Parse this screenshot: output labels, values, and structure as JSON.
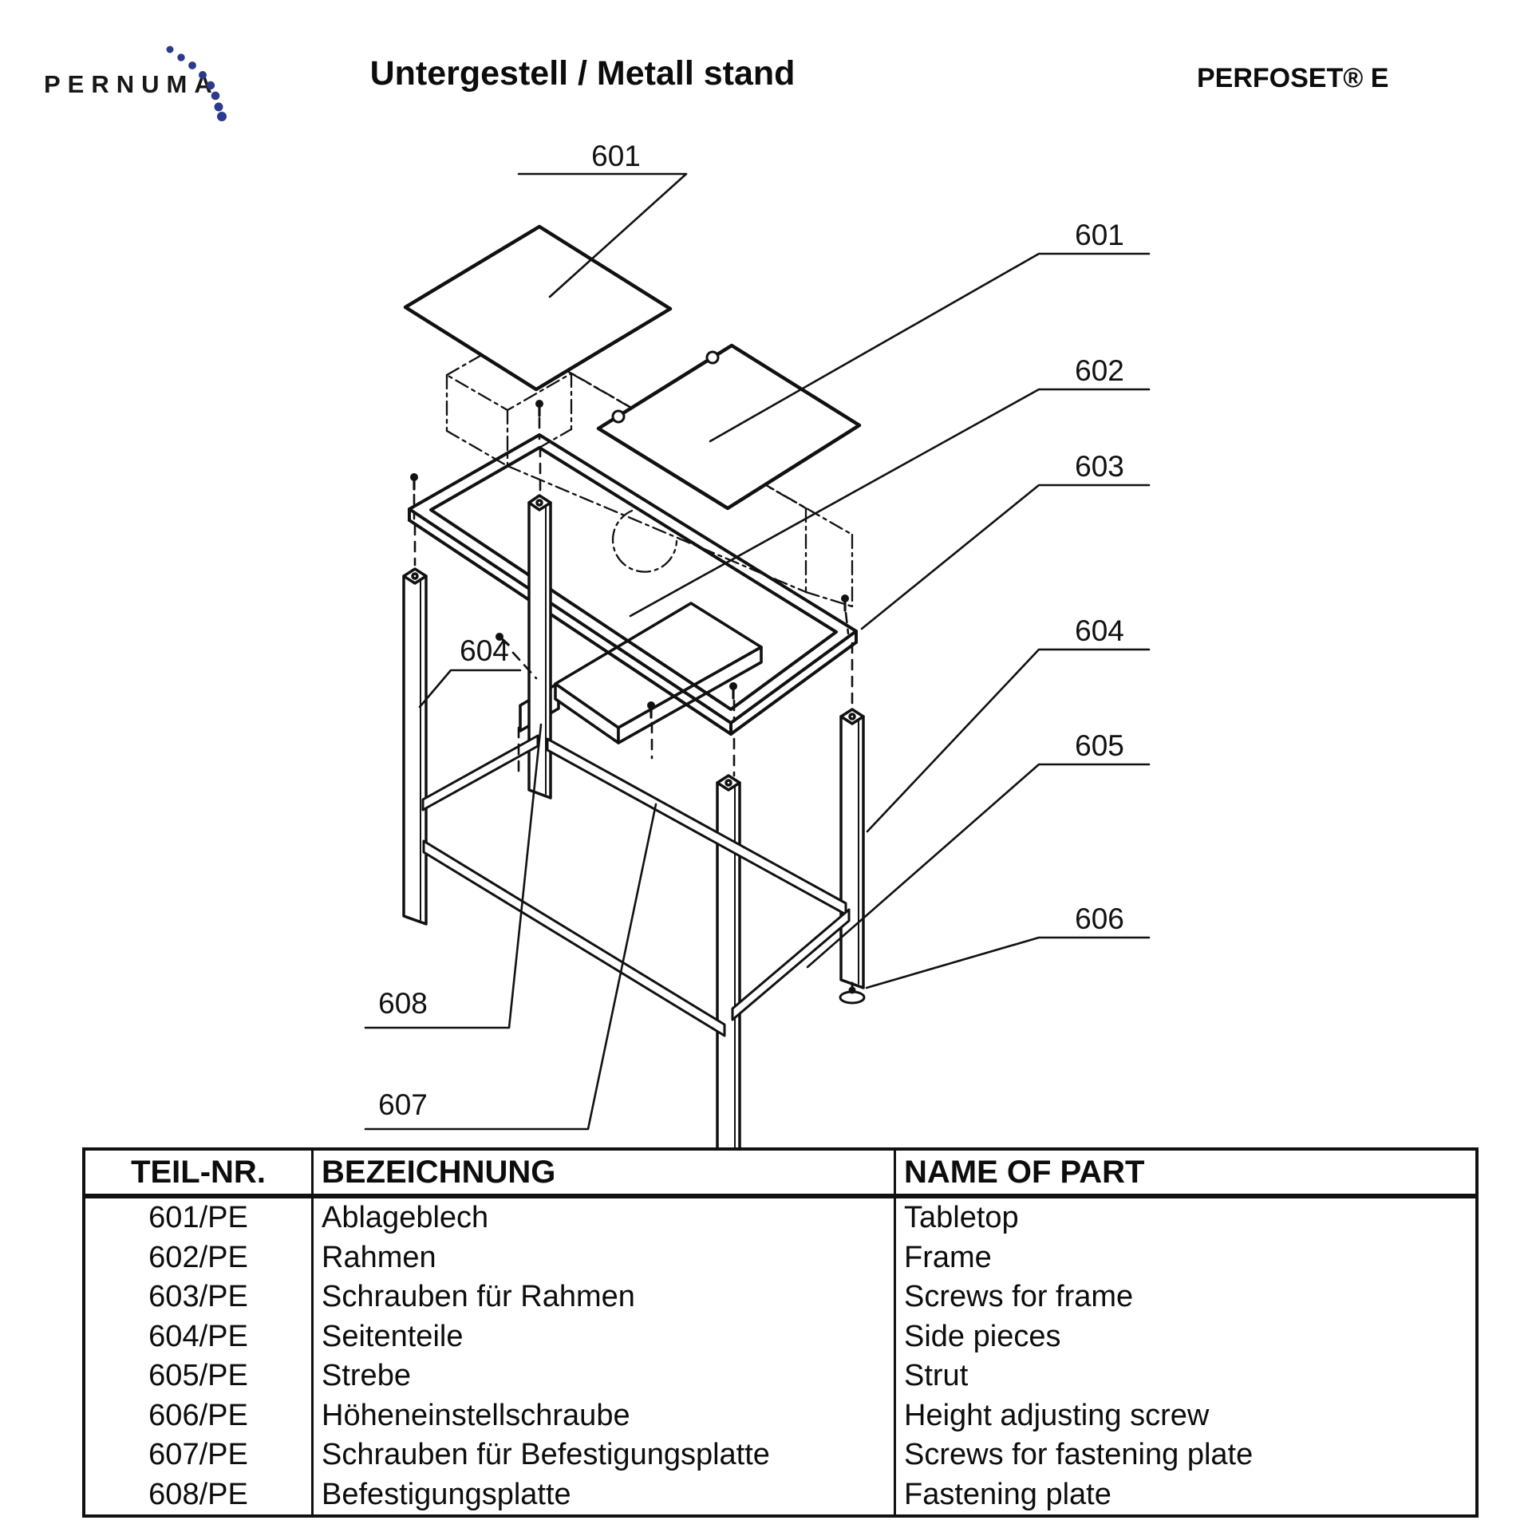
{
  "header": {
    "logo_text": "PERNUMA",
    "title": "Untergestell / Metall stand",
    "product_name": "PERFOSET® E",
    "accent_color": "#2c3a8c"
  },
  "diagram": {
    "callouts": {
      "c601_top": "601",
      "c601_right": "601",
      "c602": "602",
      "c603": "603",
      "c604_right": "604",
      "c605": "605",
      "c606": "606",
      "c604_left": "604",
      "c608": "608",
      "c607": "607"
    }
  },
  "table": {
    "headers": [
      "TEIL-NR.",
      "BEZEICHNUNG",
      "NAME OF PART"
    ],
    "rows": [
      [
        "601/PE",
        "Ablageblech",
        "Tabletop"
      ],
      [
        "602/PE",
        "Rahmen",
        "Frame"
      ],
      [
        "603/PE",
        "Schrauben für Rahmen",
        "Screws for frame"
      ],
      [
        "604/PE",
        "Seitenteile",
        "Side pieces"
      ],
      [
        "605/PE",
        "Strebe",
        "Strut"
      ],
      [
        "606/PE",
        "Höheneinstellschraube",
        "Height adjusting screw"
      ],
      [
        "607/PE",
        "Schrauben für Befestigungsplatte",
        "Screws for fastening plate"
      ],
      [
        "608/PE",
        "Befestigungsplatte",
        "Fastening plate"
      ]
    ]
  }
}
